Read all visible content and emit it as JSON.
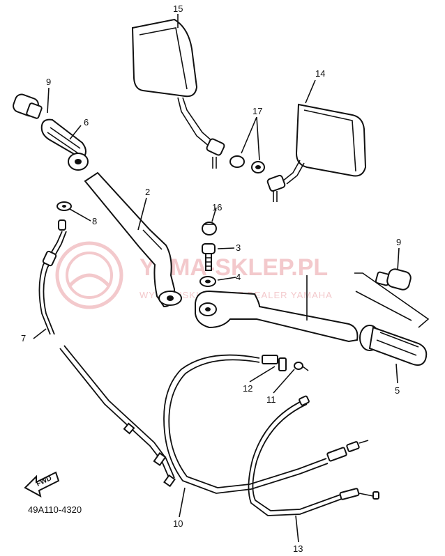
{
  "watermark": {
    "title": "YAMA-SKLEP.PL",
    "subtitle": "WYSZYNSKI TOMASZ DEALER YAMAHA"
  },
  "callouts": {
    "p2": "2",
    "p3": "3",
    "p4": "4",
    "p5": "5",
    "p6": "6",
    "p7": "7",
    "p8": "8",
    "p9a": "9",
    "p9b": "9",
    "p10": "10",
    "p11": "11",
    "p12": "12",
    "p13": "13",
    "p14": "14",
    "p15": "15",
    "p16": "16",
    "p17": "17"
  },
  "direction_badge": "FWD",
  "drawing_code": "49A110-4320"
}
